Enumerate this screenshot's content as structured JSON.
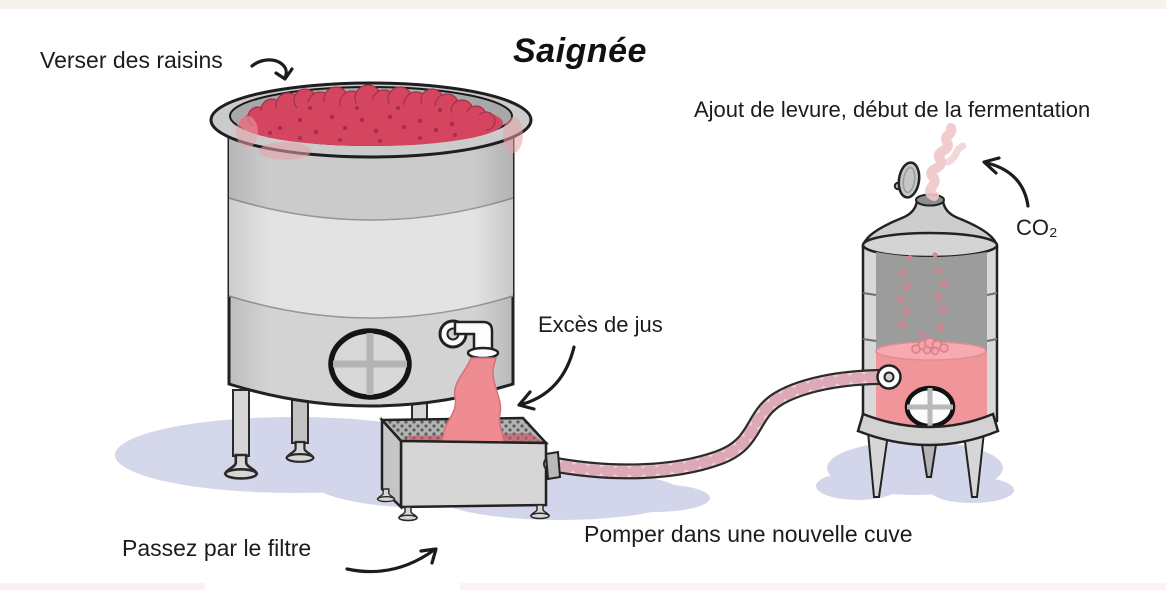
{
  "title": "Saignée",
  "labels": {
    "pour_grapes": "Verser des raisins",
    "add_yeast": "Ajout de levure, début de la fermentation",
    "co2": "CO₂",
    "excess_juice": "Excès de jus",
    "filter": "Passez par le filtre",
    "pump": "Pomper dans une nouvelle cuve"
  },
  "colors": {
    "grape_red": "#d64560",
    "grape_dark": "#a33049",
    "juice_pink": "#ee8c92",
    "juice_pool": "#c9545f",
    "liquid_pink": "#f0969b",
    "liquid_surface": "#f5abaf",
    "hose_pink": "#f3d0d6",
    "hose_stripe": "#dca9b6",
    "smoke_pink": "#f0c6ca",
    "shadow_lavender": "#cfd2e8",
    "steel_light": "#e3e3e3",
    "steel_mid": "#d3d3d3",
    "steel_dark": "#9c9c9c",
    "outline": "#222222"
  }
}
